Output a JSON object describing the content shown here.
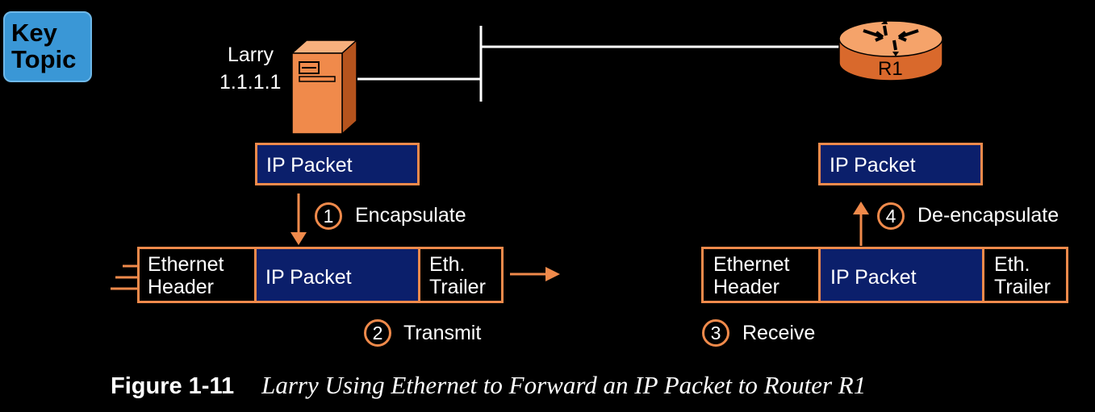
{
  "key_topic": {
    "line1": "Key",
    "line2": "Topic"
  },
  "larry": {
    "name": "Larry",
    "ip": "1.1.1.1"
  },
  "router": {
    "name": "R1"
  },
  "left_ip_packet": "IP Packet",
  "right_ip_packet": "IP Packet",
  "step1": {
    "num": "1",
    "label": "Encapsulate"
  },
  "step2": {
    "num": "2",
    "label": "Transmit"
  },
  "step3": {
    "num": "3",
    "label": "Receive"
  },
  "step4": {
    "num": "4",
    "label": "De-encapsulate"
  },
  "left_frame": {
    "header1": "Ethernet",
    "header2": "Header",
    "payload": "IP Packet",
    "trailer1": "Eth.",
    "trailer2": "Trailer"
  },
  "right_frame": {
    "header1": "Ethernet",
    "header2": "Header",
    "payload": "IP Packet",
    "trailer1": "Eth.",
    "trailer2": "Trailer"
  },
  "caption": {
    "figure": "Figure 1-11",
    "title": "Larry Using Ethernet to Forward an IP Packet to Router R1"
  },
  "colors": {
    "orange": "#f08a4b",
    "navy": "#0b1f6b",
    "key_blue": "#3a97d6"
  }
}
